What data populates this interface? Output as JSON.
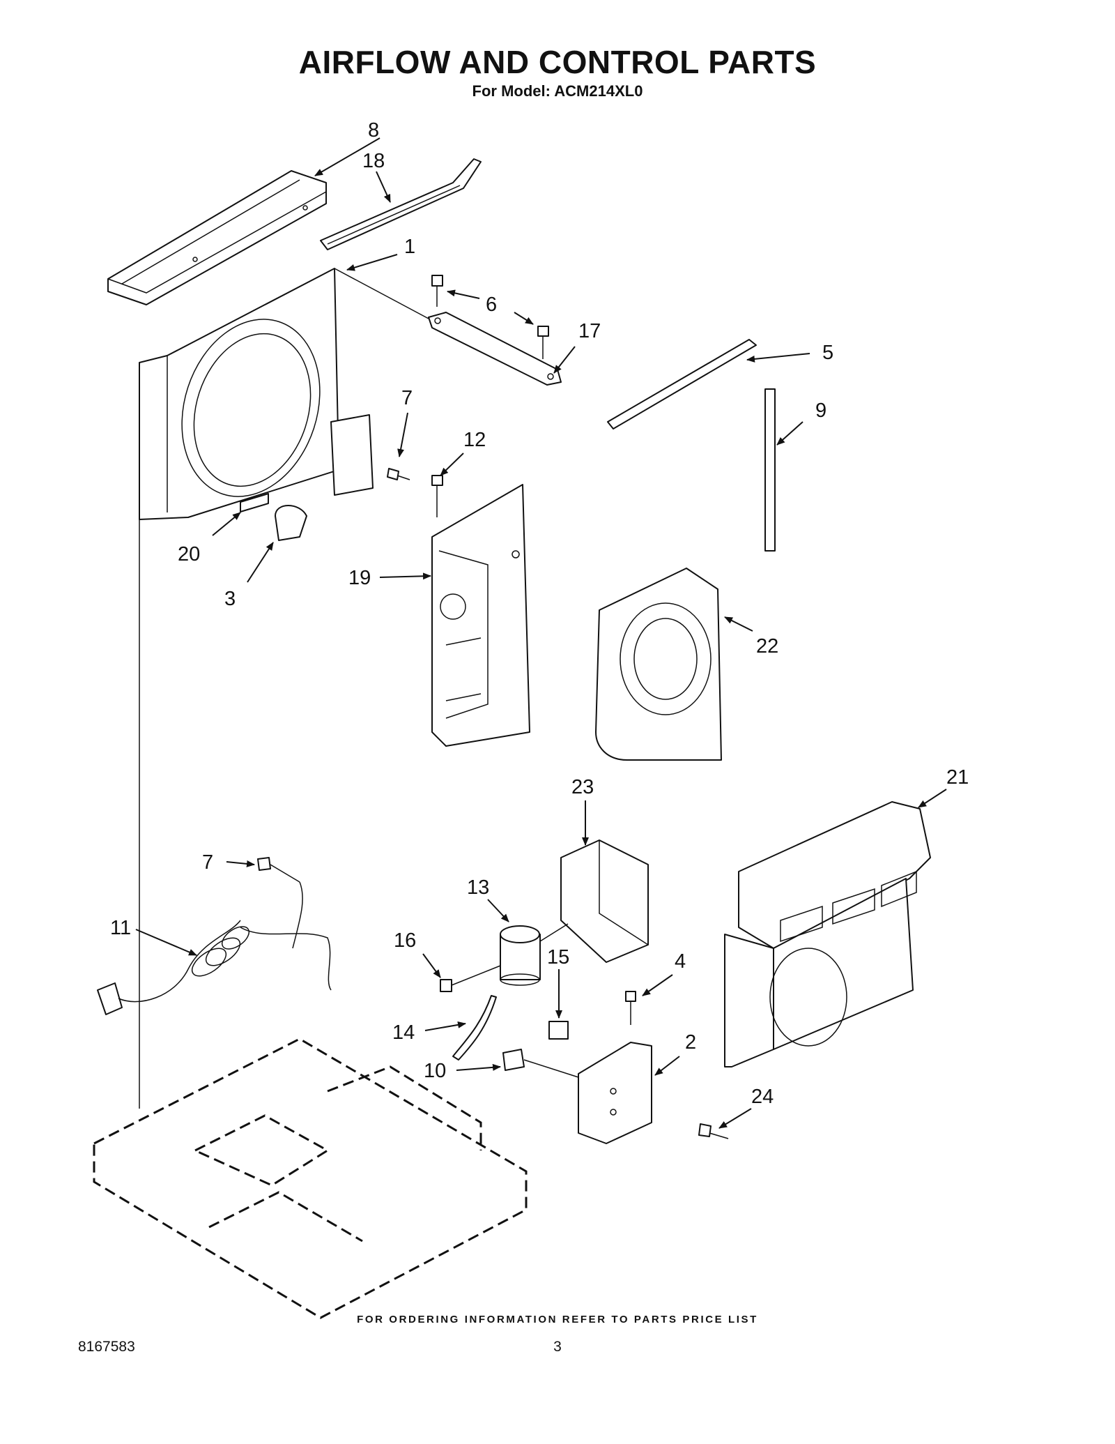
{
  "header": {
    "title": "AIRFLOW AND CONTROL PARTS",
    "model": "For Model: ACM214XL0"
  },
  "callouts": [
    {
      "id": "c1",
      "label": "1"
    },
    {
      "id": "c2",
      "label": "2"
    },
    {
      "id": "c3",
      "label": "3"
    },
    {
      "id": "c4",
      "label": "4"
    },
    {
      "id": "c5",
      "label": "5"
    },
    {
      "id": "c6",
      "label": "6"
    },
    {
      "id": "c7a",
      "label": "7"
    },
    {
      "id": "c7b",
      "label": "7"
    },
    {
      "id": "c8",
      "label": "8"
    },
    {
      "id": "c9",
      "label": "9"
    },
    {
      "id": "c10",
      "label": "10"
    },
    {
      "id": "c11",
      "label": "11"
    },
    {
      "id": "c12",
      "label": "12"
    },
    {
      "id": "c13",
      "label": "13"
    },
    {
      "id": "c14",
      "label": "14"
    },
    {
      "id": "c15",
      "label": "15"
    },
    {
      "id": "c16",
      "label": "16"
    },
    {
      "id": "c17",
      "label": "17"
    },
    {
      "id": "c18",
      "label": "18"
    },
    {
      "id": "c19",
      "label": "19"
    },
    {
      "id": "c20",
      "label": "20"
    },
    {
      "id": "c21",
      "label": "21"
    },
    {
      "id": "c22",
      "label": "22"
    },
    {
      "id": "c23",
      "label": "23"
    },
    {
      "id": "c24",
      "label": "24"
    }
  ],
  "footer": {
    "ordering_note": "FOR ORDERING INFORMATION REFER TO PARTS PRICE LIST",
    "document_number": "8167583",
    "page_number": "3"
  }
}
